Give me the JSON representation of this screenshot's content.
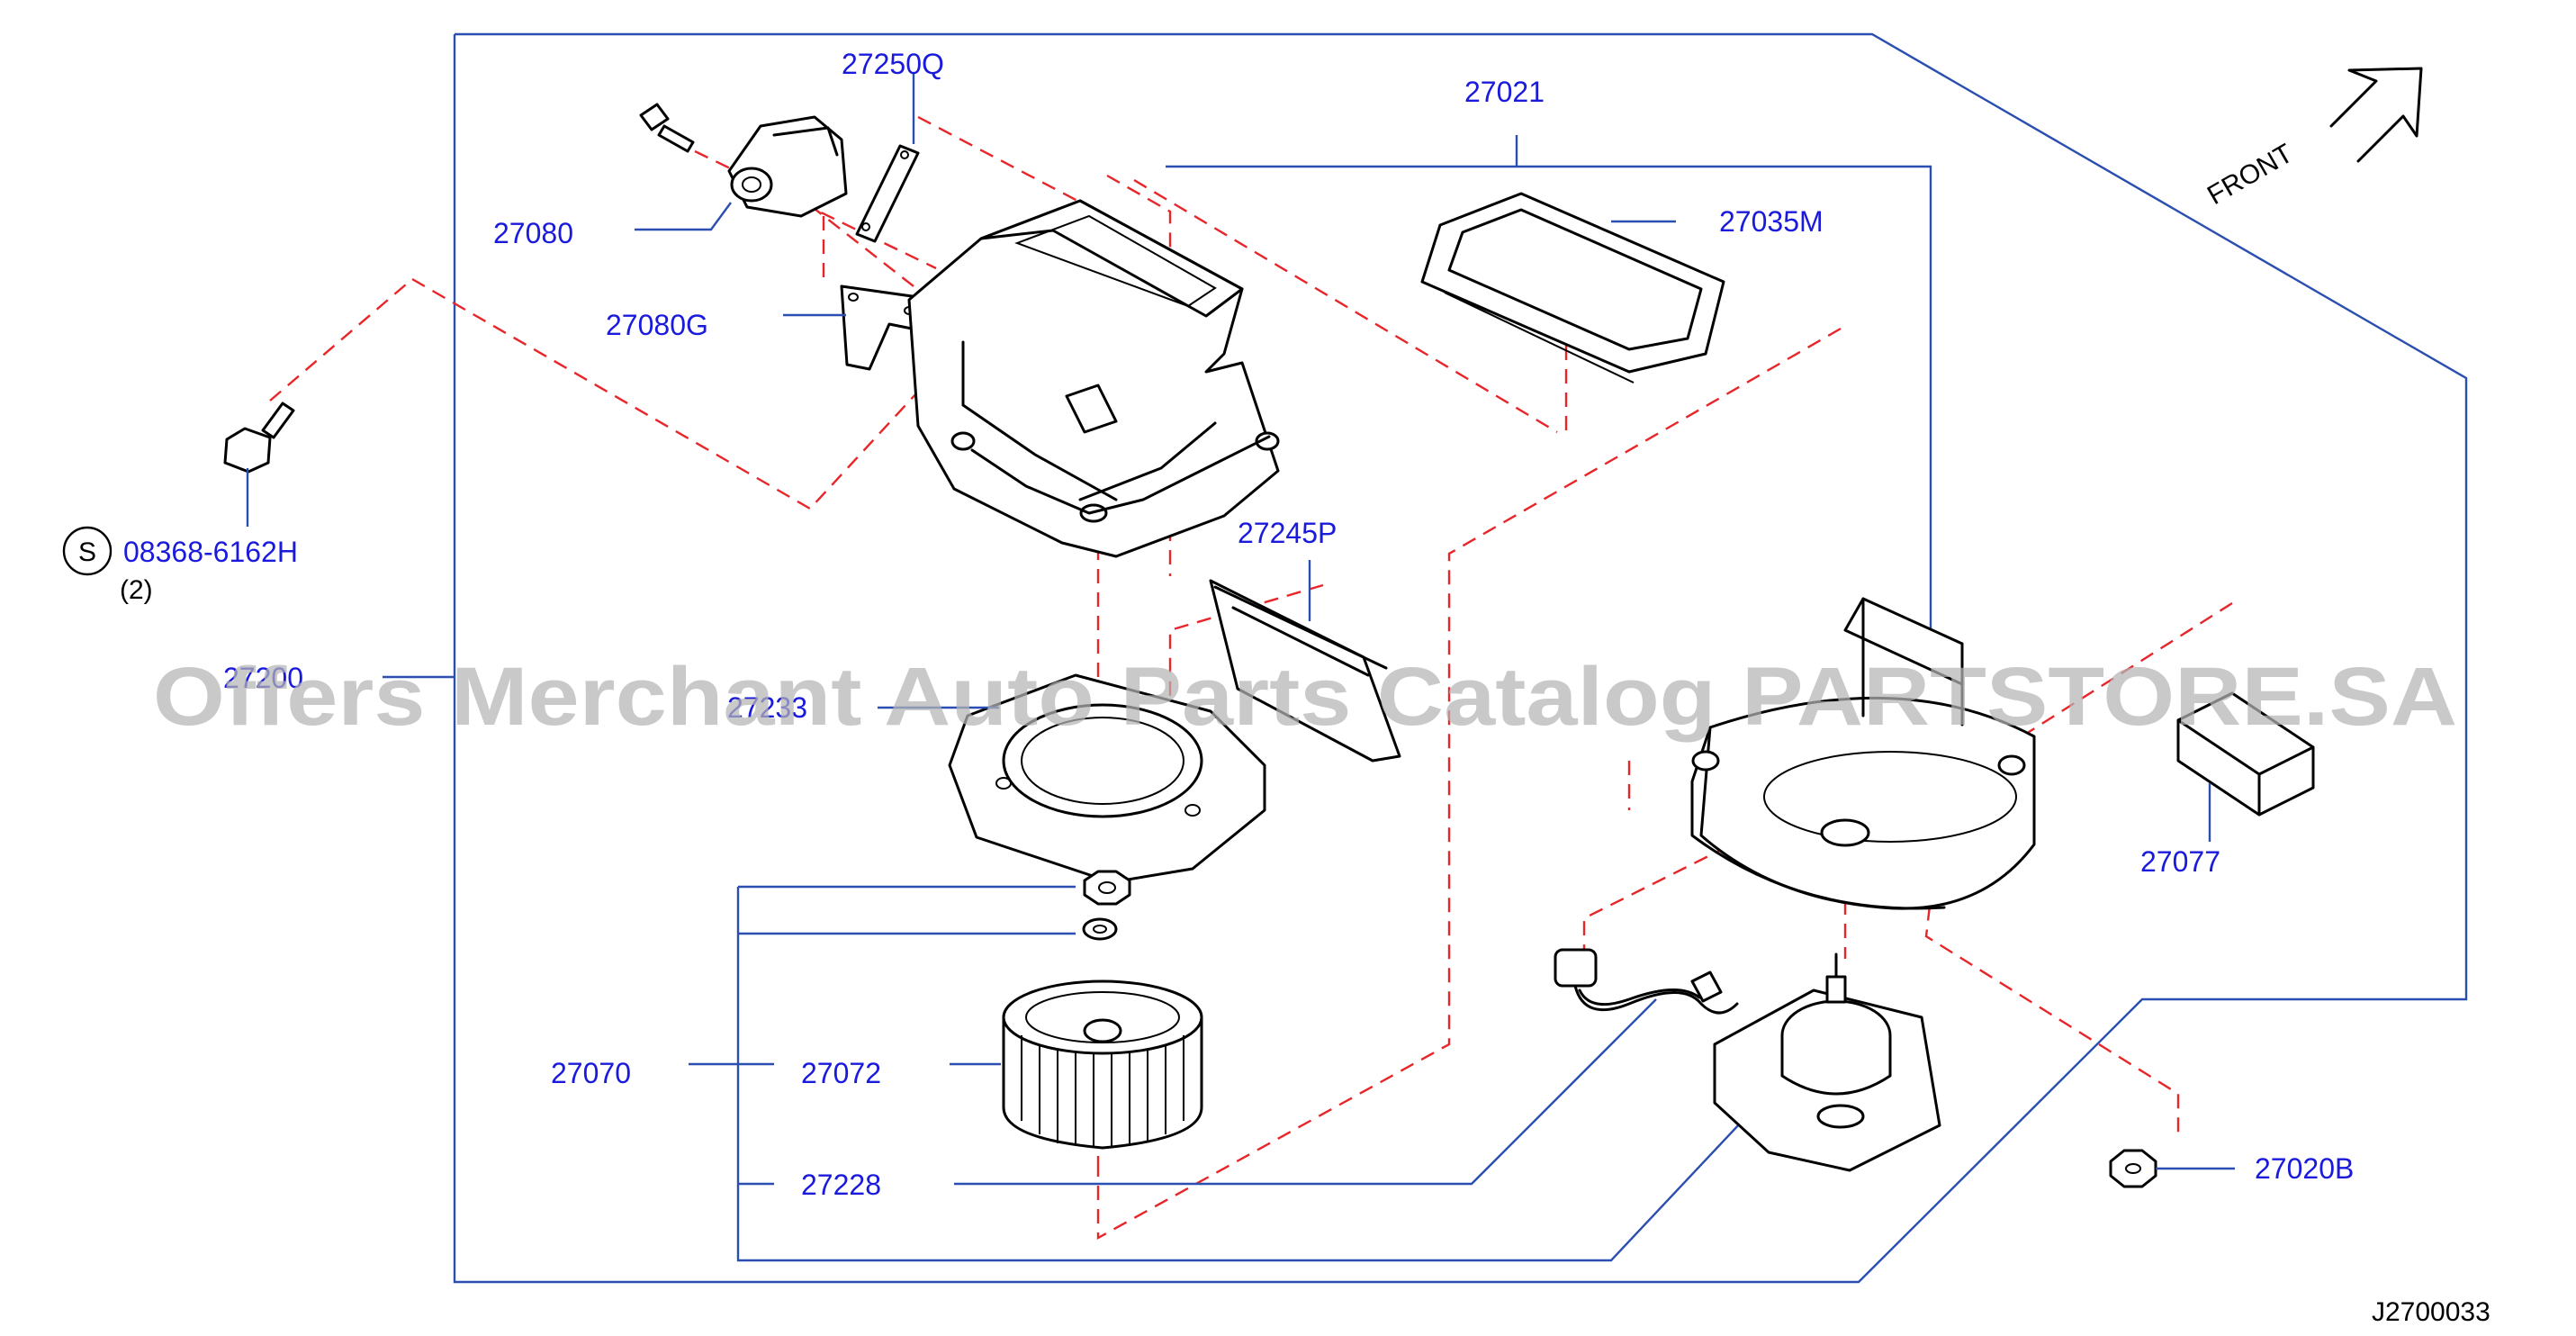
{
  "diagram": {
    "drawing_code": "J2700033",
    "direction_label": "FRONT",
    "watermark": "Offers Merchant Auto Parts Catalog PARTSTORE.SA",
    "colors": {
      "part_number": "#1a1adc",
      "leader_line": "#2a4fb0",
      "hidden_line": "#e8262a",
      "outline": "#000000"
    },
    "standard_part": {
      "symbol": "S",
      "number": "08368-6162H",
      "quantity": "(2)"
    },
    "callouts": {
      "p27250Q": "27250Q",
      "p27021": "27021",
      "p27080": "27080",
      "p27035M": "27035M",
      "p27080G": "27080G",
      "p27245P": "27245P",
      "p27200": "27200",
      "p27233": "27233",
      "p27077": "27077",
      "p27070": "27070",
      "p27072": "27072",
      "p27228": "27228",
      "p27020B": "27020B"
    }
  }
}
